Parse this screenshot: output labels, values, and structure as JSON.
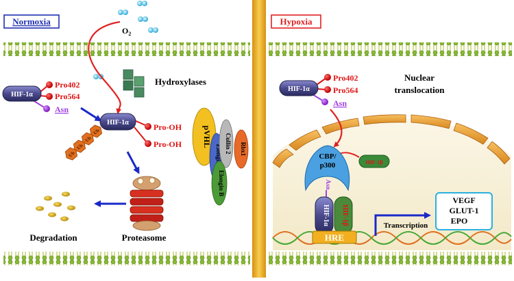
{
  "normoxia": {
    "title": "Normoxia",
    "o2_label": "O",
    "o2_sub": "2",
    "hydroxylases_label": "Hydroxylases",
    "hif_label": "HIF-1α",
    "pro402": "Pro402",
    "pro564": "Pro564",
    "asn": "Asn",
    "hif_hydroxylated_label": "HIF-1α",
    "pro_oh_1": "Pro-OH",
    "pro_oh_2": "Pro-OH",
    "ub_labels": [
      "Ub",
      "Ub",
      "Ub",
      "Ub"
    ],
    "vhl_complex": {
      "pvhl": "pVHL",
      "cullin2": "Cullin 2",
      "rbx1": "Rbx1",
      "elongin_c": "Elongin C",
      "elongin_b": "Elongin B"
    },
    "proteasome_label": "Proteasome",
    "degradation_label": "Degradation"
  },
  "hypoxia": {
    "title": "Hypoxia",
    "hif_label": "HIF-1α",
    "pro402": "Pro402",
    "pro564": "Pro564",
    "asn": "Asn",
    "nuclear_translocation_line1": "Nuclear",
    "nuclear_translocation_line2": "translocation",
    "hif1b_label": "HIF-1β",
    "cbp_line1": "CBP/",
    "cbp_line2": "p300",
    "asn_bound": "Asn",
    "hif1a_dimer": "HIF-1α",
    "hif1b_dimer": "HIF-1β",
    "hre_label": "HRE",
    "transcription_label": "Transcription",
    "targets": [
      "VEGF",
      "GLUT-1",
      "EPO"
    ]
  },
  "colors": {
    "normoxia_border": "#1f2fb0",
    "hypoxia_border": "#e02020",
    "hif_purple": "#4a4a8c",
    "pro_red": "#e01414",
    "asn_purple": "#a040e0",
    "ub_orange": "#e07020",
    "divider_yellow": "#f0b428",
    "membrane_green": "#7aa830",
    "arrow_blue": "#1a28c8",
    "arrow_red": "#e02020"
  }
}
